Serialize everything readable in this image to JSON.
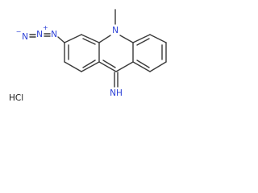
{
  "molecule": {
    "atoms": {
      "azide_n_terminal": "N",
      "azide_n_terminal_charge": "−",
      "azide_n_central": "N",
      "azide_n_central_charge": "+",
      "azide_n_attached": "N",
      "ring_nitrogen": "N",
      "imine_label": "NH"
    },
    "salt": "HCl"
  },
  "colors": {
    "bond": "#3a3a3a",
    "nitrogen": "#2a3fd6",
    "text": "#1a1a1a",
    "background": "#ffffff"
  }
}
